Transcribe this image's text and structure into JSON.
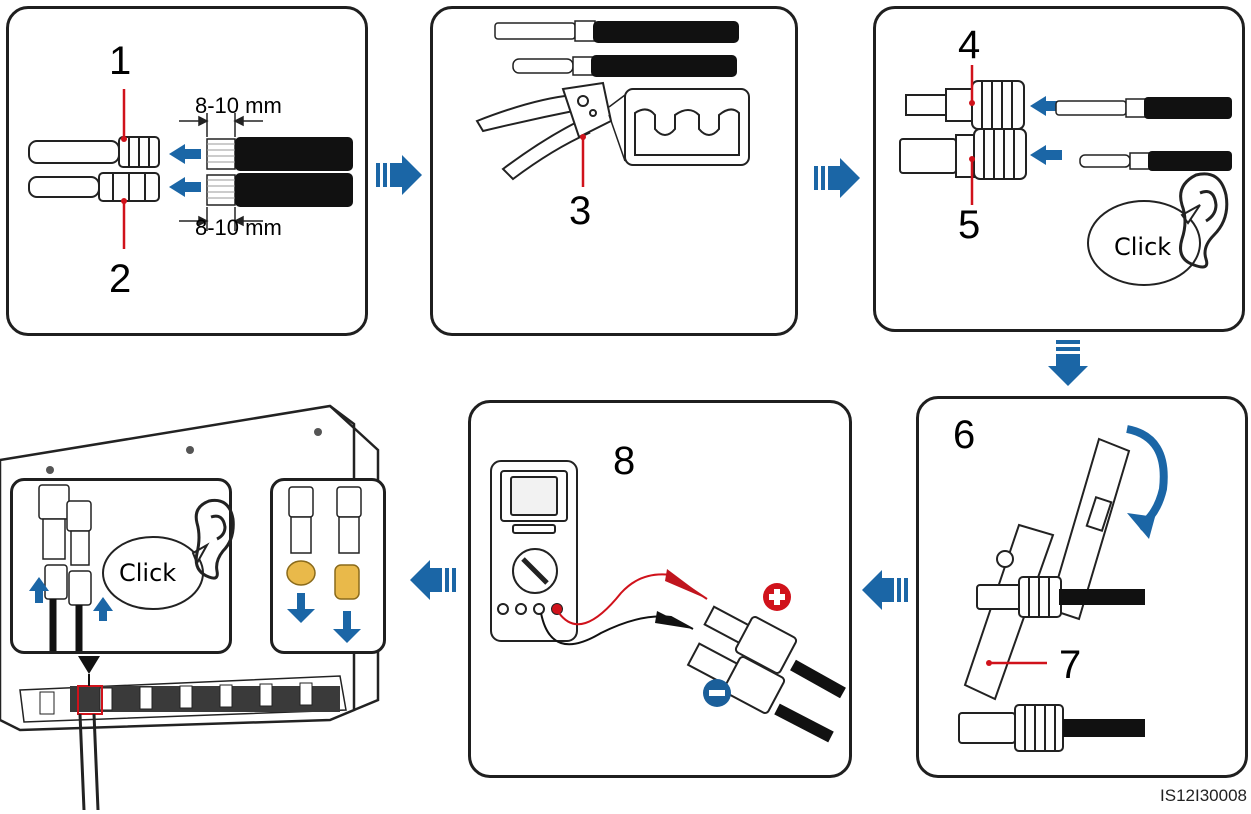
{
  "labels": {
    "callout_1": "1",
    "callout_2": "2",
    "callout_3": "3",
    "callout_4": "4",
    "callout_5": "5",
    "callout_6": "6",
    "callout_7": "7",
    "callout_8": "8",
    "strip_length_top": "8-10 mm",
    "strip_length_bottom": "8-10 mm",
    "click_sound_step3": "Click",
    "click_sound_install": "Click",
    "figure_id": "IS12I30008"
  },
  "colors": {
    "outline": "#1f1f1f",
    "flow_arrow": "#1b66a6",
    "callout_line": "#d0121b",
    "positive_probe": "#d0121b",
    "negative_probe": "#1b5f9a",
    "dust_cap": "#e9b94a"
  },
  "icons": [
    "flow-arrow-icon",
    "ear-icon",
    "plus-icon",
    "minus-icon",
    "crimping-tool-icon",
    "multimeter-icon",
    "inverter-icon"
  ]
}
